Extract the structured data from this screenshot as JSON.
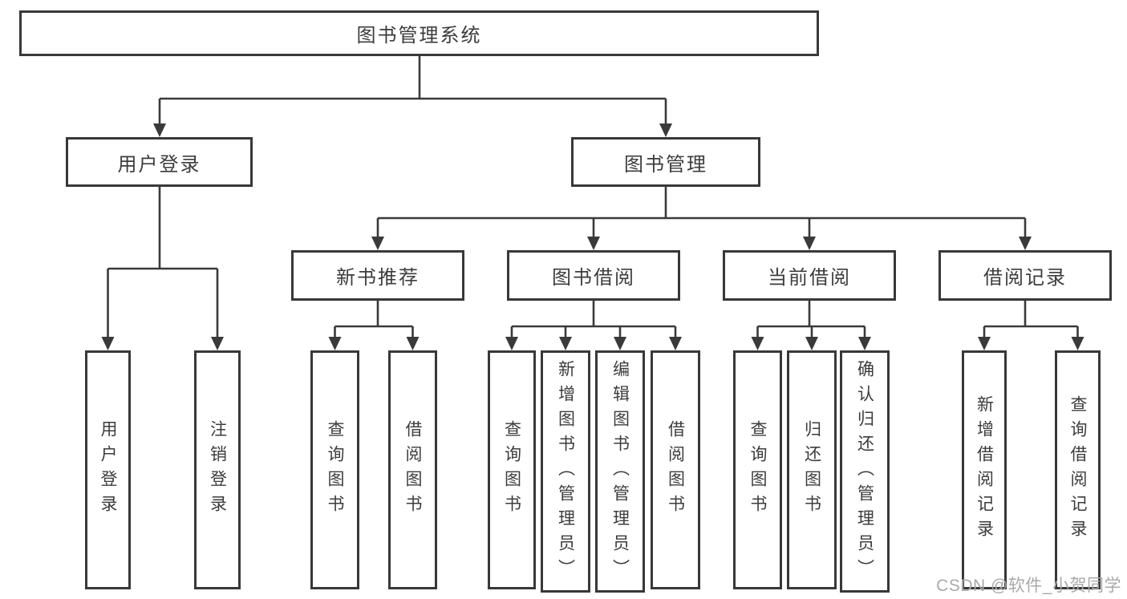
{
  "root": {
    "label": "图书管理系统"
  },
  "branches": {
    "user_login": {
      "label": "用户登录",
      "children": [
        "用户登录",
        "注销登录"
      ]
    },
    "book_management": {
      "label": "图书管理",
      "sections": {
        "new_book": {
          "label": "新书推荐",
          "children": [
            "查询图书",
            "借阅图书"
          ]
        },
        "borrow": {
          "label": "图书借阅",
          "children": [
            "查询图书",
            "新增图书（管理员）",
            "编辑图书（管理员）",
            "借阅图书"
          ]
        },
        "current": {
          "label": "当前借阅",
          "children": [
            "查询图书",
            "归还图书",
            "确认归还（管理员）"
          ]
        },
        "records": {
          "label": "借阅记录",
          "children": [
            "新增借阅记录",
            "查询借阅记录"
          ]
        }
      }
    }
  },
  "watermark": "CSDN @软件_小贺同学",
  "colors": {
    "line": "#3a3a3a",
    "box_border": "#383838",
    "text": "#3c3c3c",
    "watermark": "#a9a9a9",
    "background": "#ffffff"
  }
}
